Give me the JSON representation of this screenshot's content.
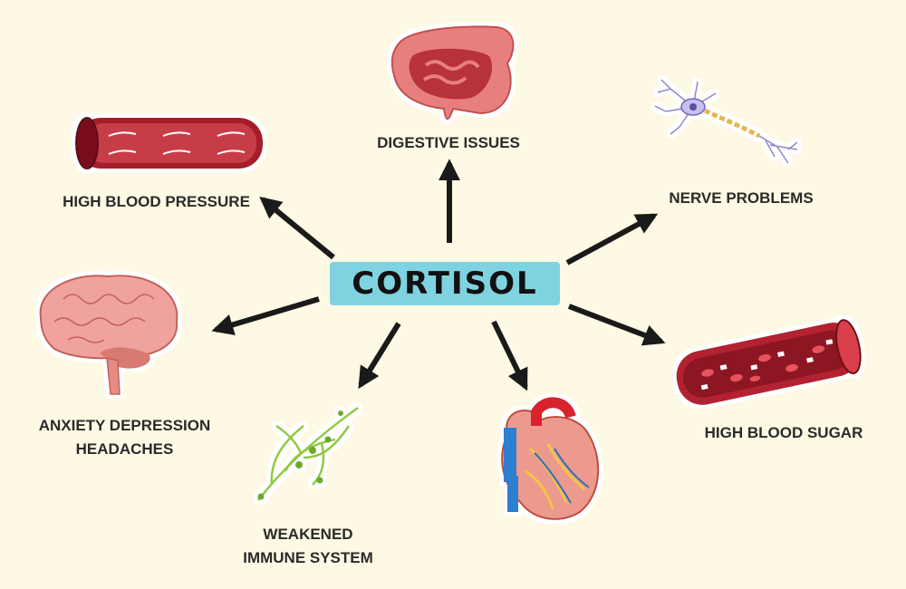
{
  "center": {
    "label": "CORTISOL",
    "color": "#7fd3e0"
  },
  "effects": [
    {
      "id": "digestive",
      "label": "DIGESTIVE ISSUES",
      "icon": "intestine-icon"
    },
    {
      "id": "nerve",
      "label": "NERVE PROBLEMS",
      "icon": "neuron-icon"
    },
    {
      "id": "blood-sugar",
      "label": "HIGH BLOOD SUGAR",
      "icon": "blood-vessel-glucose-icon"
    },
    {
      "id": "heart",
      "label": "",
      "icon": "heart-icon"
    },
    {
      "id": "immune",
      "label_lines": [
        "WEAKENED",
        "IMMUNE SYSTEM"
      ],
      "icon": "lymph-vessels-icon"
    },
    {
      "id": "anxiety",
      "label_lines": [
        "ANXIETY DEPRESSION",
        "HEADACHES"
      ],
      "icon": "brain-icon"
    },
    {
      "id": "blood-pressure",
      "label": "HIGH BLOOD PRESSURE",
      "icon": "artery-flow-icon"
    }
  ],
  "colors": {
    "background": "#fdf9e4",
    "arrow": "#1a1a1a",
    "vessel": "#c8323c",
    "text": "#2a2a2a"
  }
}
